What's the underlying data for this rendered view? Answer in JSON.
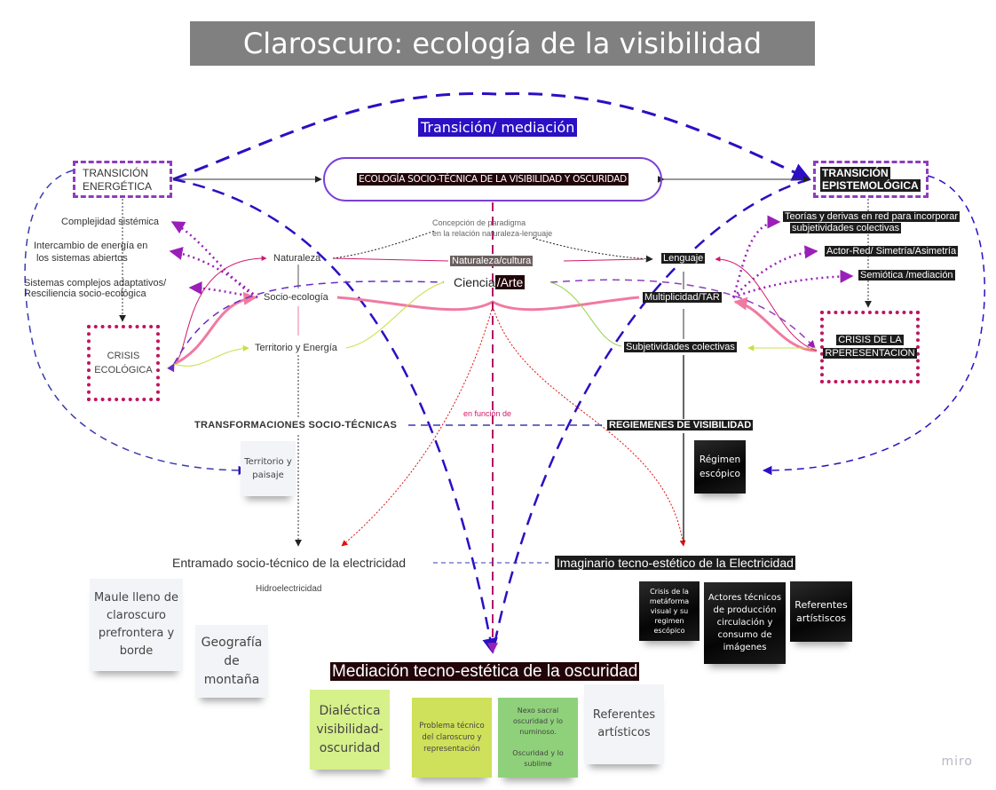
{
  "title": "Claroscuro: ecología de la visibilidad",
  "watermark": "miro",
  "colors": {
    "title_bg": "#808080",
    "blue_dashed": "#2a0fc4",
    "purple": "#8e3cc0",
    "magenta_dotted": "#c0145e",
    "pink": "#f07aa0",
    "lime": "#c8e040",
    "red": "#e01010"
  },
  "header": {
    "mediation_label": "Transición/ mediación",
    "central_oval": "ECOLOGÍA SOCIO-TÉCNICA DE LA VISIBILIDAD Y OSCURIDAD"
  },
  "left": {
    "transition_box": [
      "TRANSICIÓN",
      "ENERGÉTICA"
    ],
    "concepts": [
      "Complejidad sistémica",
      "Intercambio de energía en",
      "los sistemas abiertos",
      "Sistemas complejos adaptativos/",
      "Resciliencia socio-ecológica"
    ],
    "crisis_box": [
      "CRISIS",
      "ECOLÓGICA"
    ],
    "nodes": {
      "naturaleza": "Naturaleza",
      "socio_ecologia": "Socio-ecología",
      "territorio_energia": "Territorio y Energía"
    },
    "transformations": "TRANSFORMACIONES SOCIO-TÉCNICAS",
    "territorio_sticky": "Territorio y paisaje",
    "entramado": "Entramado socio-técnico de la electricidad",
    "hidro": "Hidroelectricidad",
    "sticky_maule": "Maule lleno de claroscuro prefrontera y borde",
    "sticky_geografia": "Geografía de montaña"
  },
  "center": {
    "paradigm_note_line1": "Concepción de paradigma",
    "paradigm_note_line2": "en la relación naturaleza-lenguaje",
    "naturaleza_cultura": "Naturaleza/cultura",
    "ciencia": "Ciencia",
    "arte": "/Arte",
    "en_funcion": "en función de"
  },
  "right": {
    "transition_box": [
      "TRANSICIÓN",
      "EPISTEMOLÓGICA"
    ],
    "concepts": [
      "Teorías y derivas en red para incorporar",
      "subjetividades colectivas",
      "Actor-Red/ Simetría/Asimetría",
      "Semiótica /mediación"
    ],
    "crisis_box": [
      "CRISIS DE LA",
      "RPERESENTACIÓN"
    ],
    "nodes": {
      "lenguaje": "Lenguaje",
      "multiplicidad": "Multiplicidad/TAR",
      "subjetividades": "Subjetividades colectivas"
    },
    "regimenes": "REGIEMENES DE VISIBILIDAD",
    "regimen_sticky": "Régimen escópico",
    "imaginario": "Imaginario tecno-estético de la Electricidad",
    "stickies": [
      "Crisis de la metáforma visual y su regimen escópico",
      "Actores técnicos de producción circulación y consumo de imágenes",
      "Referentes artístiscos"
    ]
  },
  "bottom": {
    "mediation_title": "Mediación tecno-estética de la oscuridad",
    "stickies": [
      "Dialéctica visibilidad-oscuridad",
      "Problema técnico del claroscuro y representación",
      "Nexo sacral oscuridad y lo numinoso.\n\nOscuridad y lo sublime",
      "Referentes artísticos"
    ]
  }
}
